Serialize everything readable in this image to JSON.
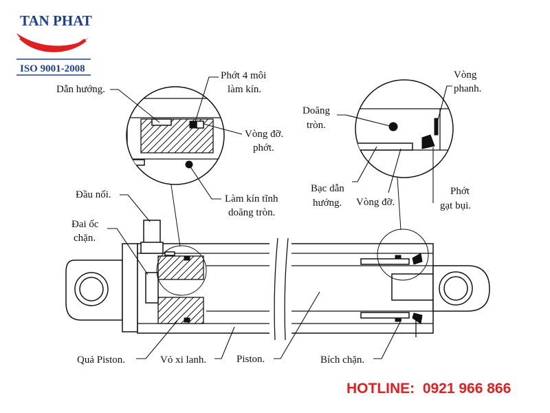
{
  "brand": {
    "name": "TAN PHAT",
    "iso": "ISO 9001-2008",
    "colors": {
      "blue": "#1b3f93",
      "red": "#e02020"
    }
  },
  "hotline": {
    "text": "HOTLINE:  0921 966 866"
  },
  "labels": {
    "dan_huong": "Dẫn hướng.",
    "phot_4_moi_1": "Phớt 4 môi",
    "phot_4_moi_2": "làm kín.",
    "vong_do_phot_1": "Vòng đỡ.",
    "vong_do_phot_2": "phớt.",
    "lam_kin_tinh_1": "Làm kín tĩnh",
    "lam_kin_tinh_2": "doăng tròn.",
    "dau_noi": "Đầu nối.",
    "dai_oc_chan_1": "Đai ốc",
    "dai_oc_chan_2": "chặn.",
    "doang_tron_1": "Doăng",
    "doang_tron_2": "tròn.",
    "vong_phanh_1": "Vòng",
    "vong_phanh_2": "phanh.",
    "bac_dan_huong_1": "Bạc dẫn",
    "bac_dan_huong_2": "hướng.",
    "vong_do": "Vòng đỡ.",
    "phot_gat_bui_1": "Phớt",
    "phot_gat_bui_2": "gạt bụi.",
    "qua_piston": "Quả Piston.",
    "vo_xi_lanh": "Vỏ xi lanh.",
    "piston": "Piston.",
    "bich_chan": "Bích chặn."
  }
}
